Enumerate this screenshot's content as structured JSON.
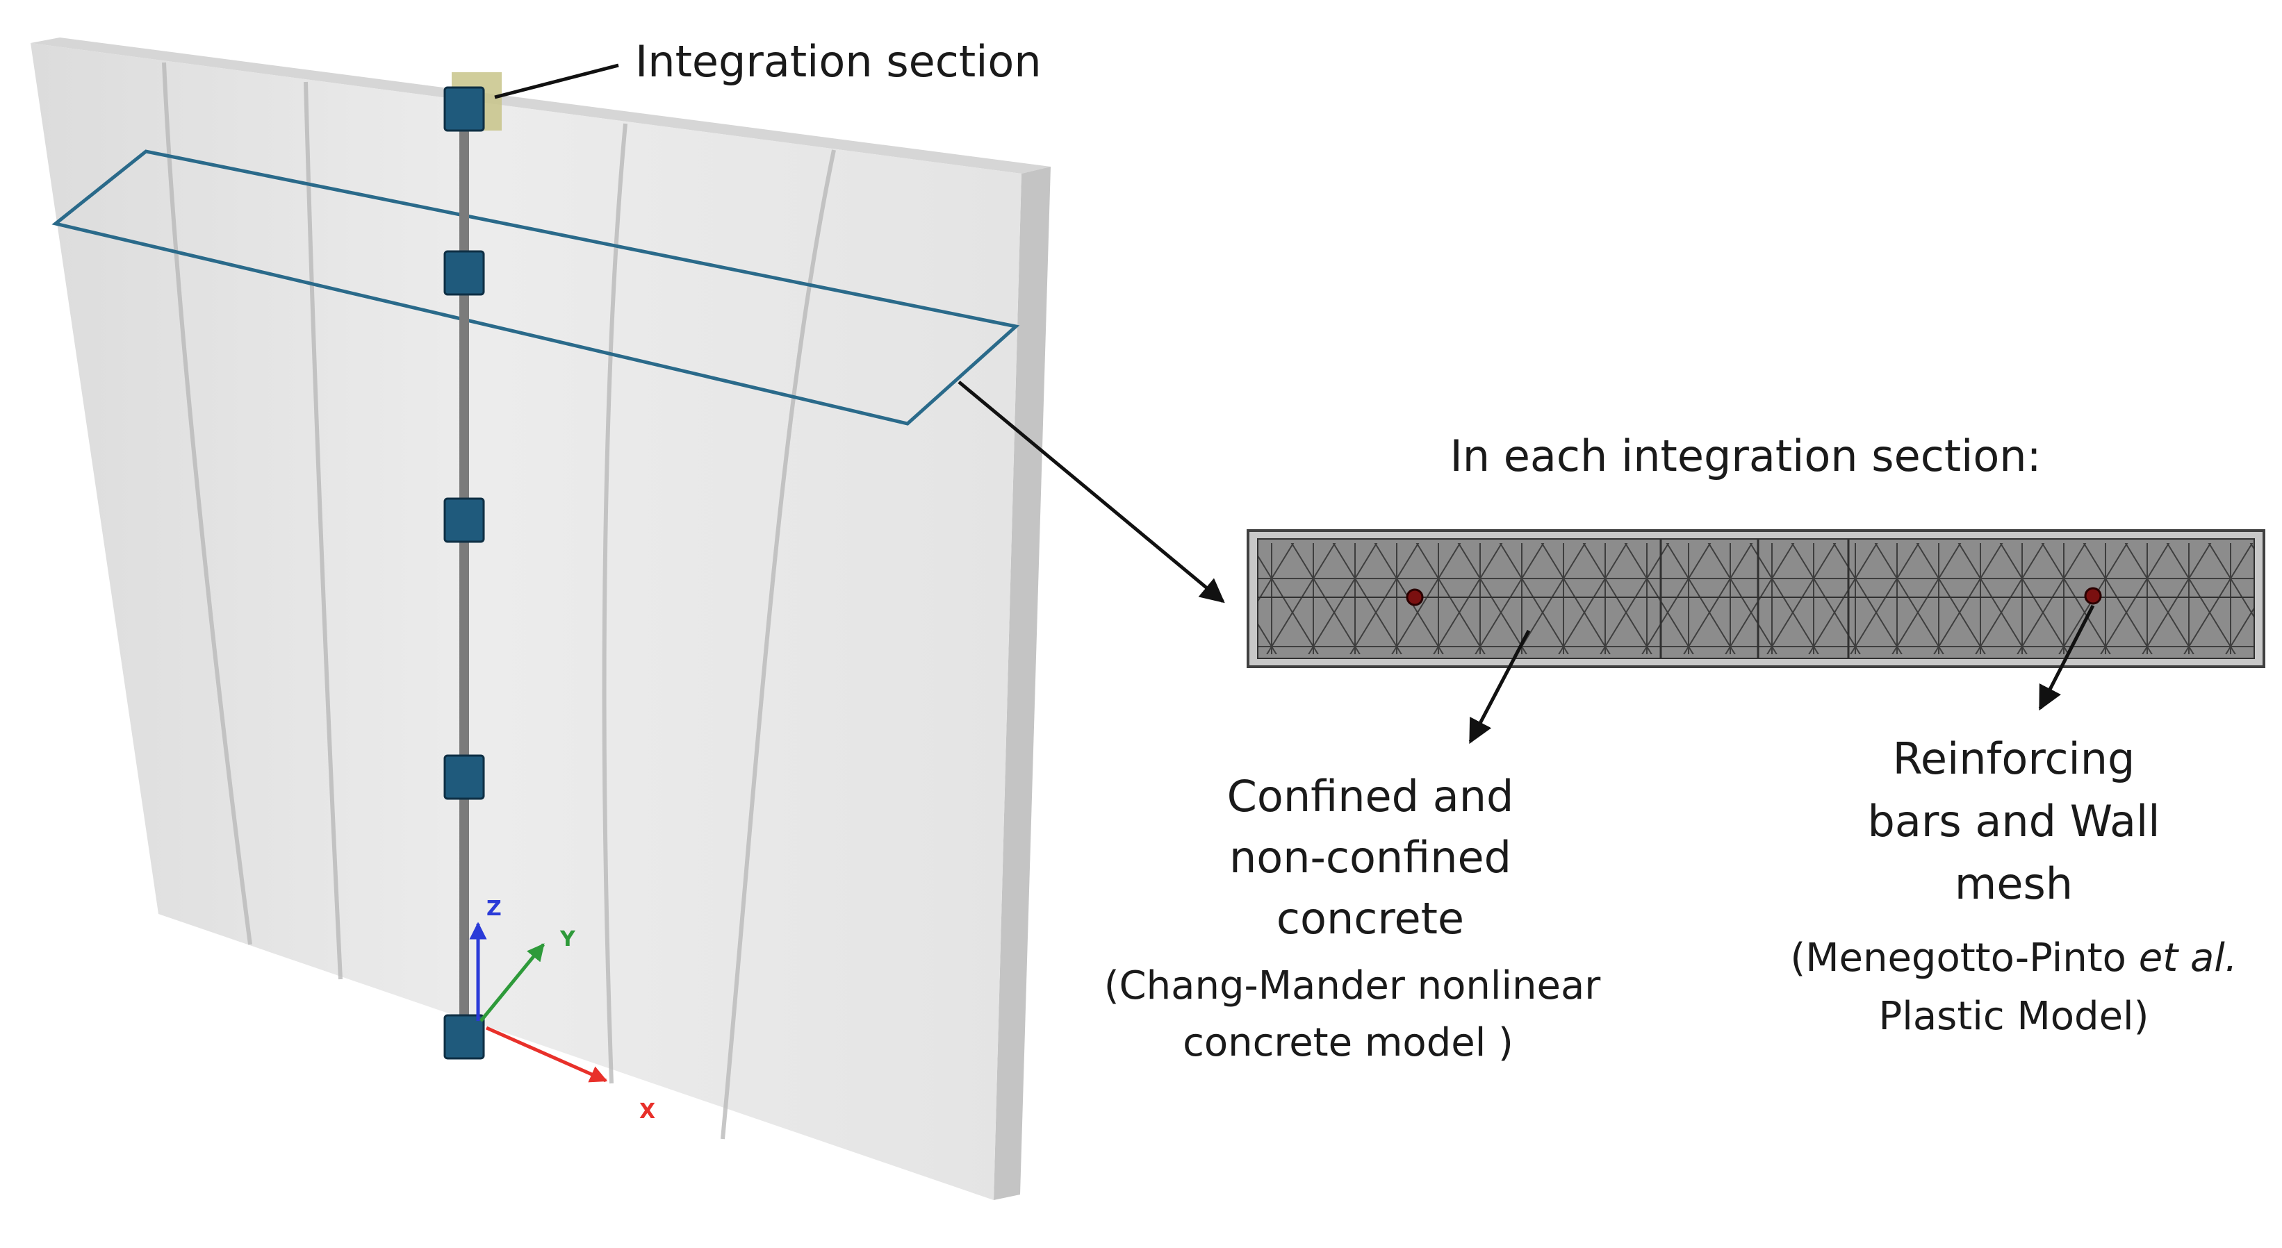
{
  "labels": {
    "integration_section": "Integration section",
    "in_each_section": "In each integration section:",
    "concrete_line1": "Confined and",
    "concrete_line2": "non-confined",
    "concrete_line3": "concrete",
    "concrete_model_line1": "(Chang-Mander nonlinear",
    "concrete_model_line2": "concrete model )",
    "steel_line1": "Reinforcing",
    "steel_line2": "bars and Wall",
    "steel_line3": "mesh",
    "steel_model_line1_pre": "(Menegotto-Pinto ",
    "steel_model_line1_em": "et al.",
    "steel_model_line2": "Plastic Model)"
  },
  "axes": {
    "x": "X",
    "y": "Y",
    "z": "Z"
  },
  "colors": {
    "node": "#1f5a7c",
    "plane_outline": "#2a6a8a",
    "axis_x": "#e8302a",
    "axis_y": "#2e9a3a",
    "axis_z": "#2a3ad8",
    "wall_face": "#e6e6e6",
    "section_fill": "#8c8c8c"
  }
}
